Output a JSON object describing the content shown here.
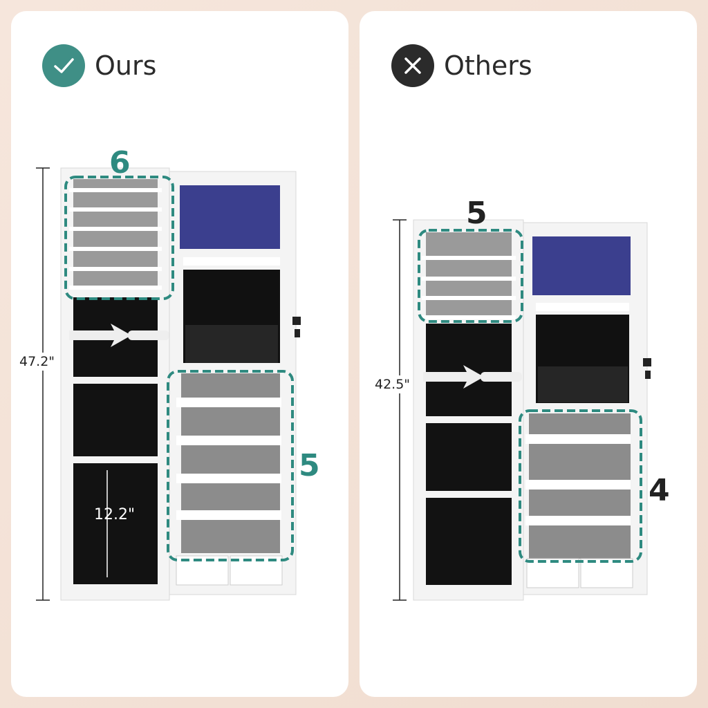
{
  "colors": {
    "accent": "#2e8a80",
    "dark": "#2b2b2b",
    "background": "#f3e2d7"
  },
  "ours": {
    "title": "Ours",
    "icon": "check-icon",
    "height_label": "47.2\"",
    "mirror_label": "12.2\"",
    "door_racks": "6",
    "shelves": "5"
  },
  "others": {
    "title": "Others",
    "icon": "x-icon",
    "height_label": "42.5\"",
    "door_racks": "5",
    "shelves": "4"
  }
}
